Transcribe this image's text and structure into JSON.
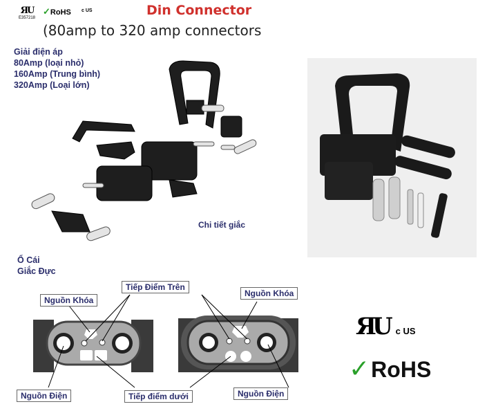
{
  "header": {
    "ul_code": "E357218",
    "rohs_small": "RoHS",
    "cul_small": "c US",
    "title": "Din Connector",
    "subtitle": "(80amp to 320 amp connectors"
  },
  "ratings": {
    "heading": "Giải điện áp",
    "items": [
      "80Amp (loại nhỏ)",
      "160Amp (Trung bình)",
      "320Amp (Loại lớn)"
    ]
  },
  "exploded_label": "Chi tiết giắc",
  "bottom_heading": [
    "Ổ Cái",
    "Giắc Đực"
  ],
  "callouts": {
    "lock_left": "Nguồn Khóa",
    "top_contact": "Tiếp Điểm Trên",
    "lock_right": "Nguồn Khóa",
    "power_left": "Nguồn Điện",
    "bottom_contact": "Tiếp điểm dưới",
    "power_right": "Nguồn Điện"
  },
  "logos": {
    "cul_large": "c US",
    "rohs_large": "RoHS"
  },
  "colors": {
    "title_red": "#d0312d",
    "label_navy": "#2a2d6b",
    "rohs_green": "#2aa02a"
  }
}
